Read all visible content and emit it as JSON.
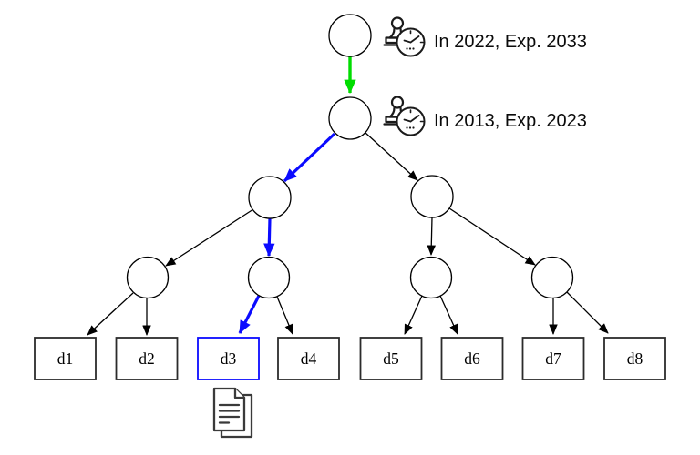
{
  "diagram": {
    "type": "binary-key-tree",
    "annotations": [
      {
        "icon": "stamp-clock",
        "label": "In 2022, Exp. 2033"
      },
      {
        "icon": "stamp-clock",
        "label": "In 2013, Exp. 2023"
      }
    ],
    "leaves": [
      {
        "label": "d1",
        "highlighted": false
      },
      {
        "label": "d2",
        "highlighted": false
      },
      {
        "label": "d3",
        "highlighted": true
      },
      {
        "label": "d4",
        "highlighted": false
      },
      {
        "label": "d5",
        "highlighted": false
      },
      {
        "label": "d6",
        "highlighted": false
      },
      {
        "label": "d7",
        "highlighted": false
      },
      {
        "label": "d8",
        "highlighted": false
      }
    ],
    "highlighted_leaf": "d3",
    "document_icon_below_leaf": "d3",
    "edges": {
      "green": [
        "root->level2"
      ],
      "blue": [
        "level2->level3-left",
        "level3-left->level4-2",
        "level4-2->d3"
      ],
      "black": [
        "all other parent->child edges"
      ]
    },
    "colors": {
      "edge_black": "#000000",
      "path_blue": "#0b0bff",
      "issue_green": "#00dd00",
      "leaf_border": "#2b2b2b",
      "highlight_border": "#0b0bff",
      "icon_stroke": "#3a3a3a",
      "stamp_stroke": "#1a1a1a",
      "text": "#0a0a0a",
      "background": "#ffffff"
    }
  }
}
